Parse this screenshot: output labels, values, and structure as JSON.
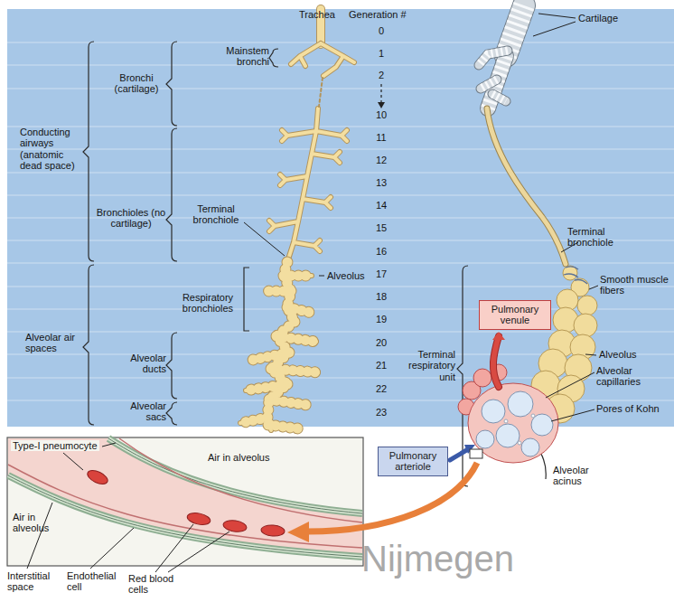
{
  "diagram": {
    "nodes": [
      {
        "text": [
          "Pulmonary venule"
        ]
      },
      {
        "text": [
          "Pulmonary arteriole"
        ]
      }
    ],
    "labels": [
      "Trachea",
      "Generation #",
      "0",
      "1",
      "2",
      "10",
      "11",
      "12",
      "13",
      "14",
      "15",
      "16",
      "17",
      "18",
      "19",
      "20",
      "21",
      "22",
      "23",
      "Cartilage",
      "Mainstem bronchi",
      "Bronchi (cartilage)",
      "Conducting airways (anatomic dead space)",
      "Bronchioles (no cartilage)",
      "Terminal bronchiole",
      "Alveolus",
      "Respiratory bronchioles",
      "Alveolar air spaces",
      "Alveolar ducts",
      "Alveolar sacs",
      "Terminal bronchiole",
      "Smooth muscle fibers",
      "Alveolus",
      "Alveolar capillaries",
      "Pores of Kohn",
      "Terminal respiratory unit",
      "Alveolar acinus",
      "Type-I pneumocyte",
      "Air in alveolus",
      "Air in alveolus",
      "Interstitial space",
      "Endothelial cell",
      "Red blood cells",
      "Nijmegen"
    ]
  }
}
